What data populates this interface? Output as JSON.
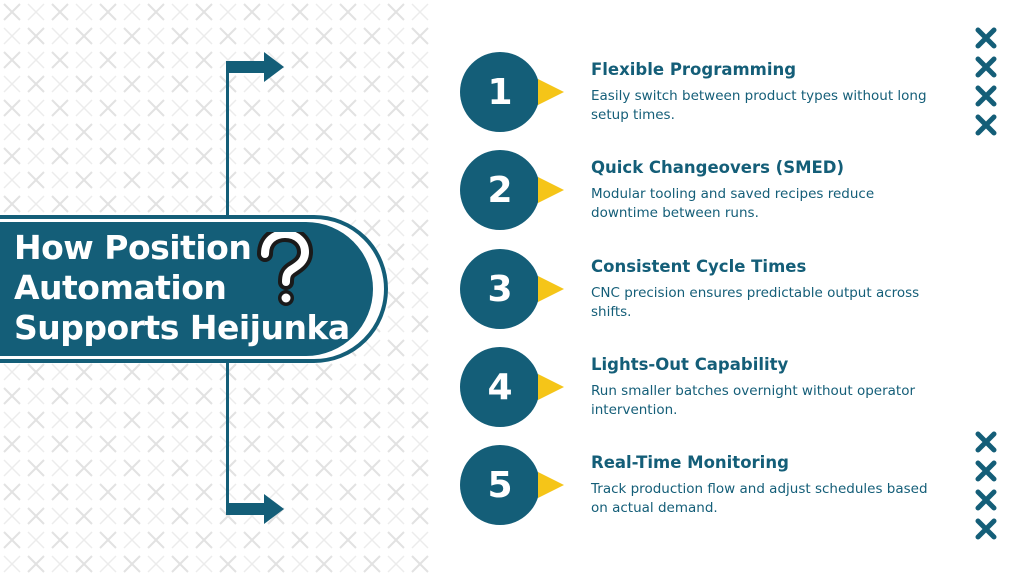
{
  "title": {
    "line1": "How Position",
    "line2": "Automation",
    "line3": "Supports Heijunka",
    "question_icon": "question-mark-icon"
  },
  "steps": [
    {
      "number": "1",
      "title": "Flexible Programming",
      "desc": "Easily switch between product types without long setup times."
    },
    {
      "number": "2",
      "title": "Quick Changeovers (SMED)",
      "desc": "Modular tooling and saved recipes reduce downtime between runs."
    },
    {
      "number": "3",
      "title": "Consistent Cycle Times",
      "desc": "CNC precision ensures predictable output across shifts."
    },
    {
      "number": "4",
      "title": "Lights-Out Capability",
      "desc": "Run smaller batches overnight without operator intervention."
    },
    {
      "number": "5",
      "title": "Real-Time Monitoring",
      "desc": "Track production flow and adjust schedules based on actual demand."
    }
  ],
  "colors": {
    "primary": "#145e78",
    "accent": "#f5c518",
    "pattern": "#e3e3e3",
    "background": "#ffffff"
  },
  "icons": [
    "arrow-right-icon",
    "close-x-icon",
    "question-mark-icon"
  ]
}
